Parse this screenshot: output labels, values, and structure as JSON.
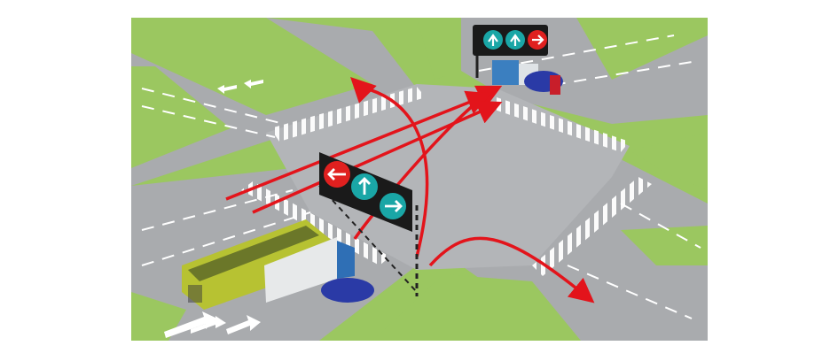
{
  "scene": {
    "description_icons": {
      "signal_left": "arrow-left-icon",
      "signal_straight": "arrow-up-icon",
      "signal_right": "arrow-right-icon"
    },
    "colors": {
      "grass": "#9bc760",
      "road": "#a9abae",
      "intersection": "#b3b5b8",
      "curb": "#d7d8d9",
      "lane_marking": "#ffffff",
      "route_arrow": "#e3141b",
      "signal_red": "#e0201f",
      "signal_teal": "#1aa6a6",
      "bus": "#b7c232",
      "truck_cab": "#2f6fb5",
      "car": "#2a3aa6"
    },
    "signal_near": {
      "lamps": [
        "arrow-left-icon",
        "arrow-up-icon",
        "arrow-right-icon"
      ],
      "lamp_colors": [
        "red",
        "teal",
        "teal"
      ]
    },
    "signal_far": {
      "lamps": [
        "arrow-up-icon",
        "arrow-up-icon",
        "arrow-right-icon"
      ],
      "lamp_colors": [
        "teal",
        "teal",
        "red"
      ]
    },
    "vehicles": [
      "bus",
      "truck",
      "car-near",
      "truck-far",
      "car-far",
      "motorcycle"
    ]
  }
}
